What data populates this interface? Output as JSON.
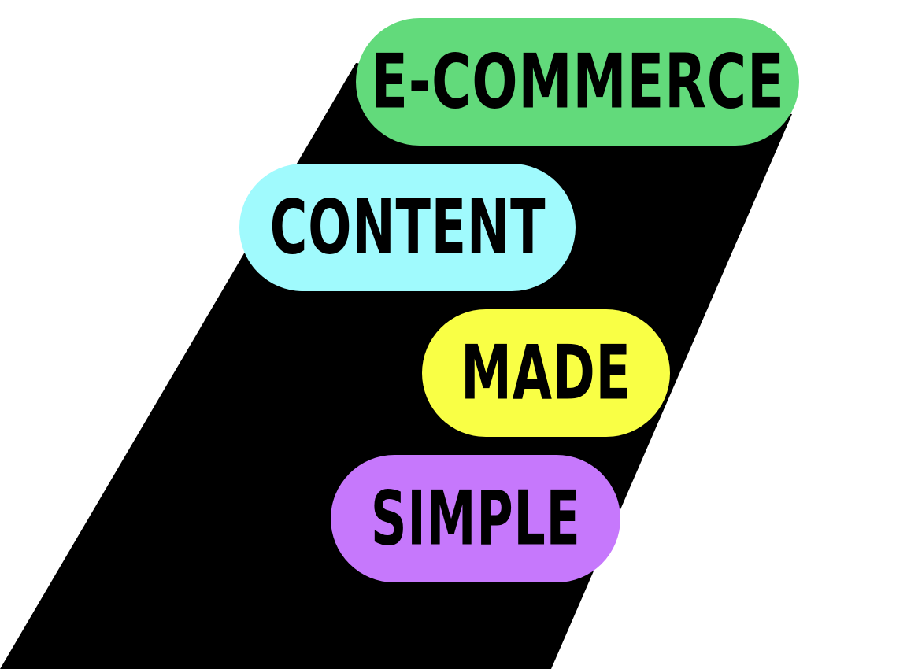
{
  "colors": {
    "background": "#ffffff",
    "band": "#000000",
    "text": "#000000"
  },
  "pills": {
    "ecommerce": {
      "label": "E-COMMERCE",
      "color": "#62da7b"
    },
    "content": {
      "label": "CONTENT",
      "color": "#a0fafd"
    },
    "made": {
      "label": "MADE",
      "color": "#f9ff45"
    },
    "simple": {
      "label": "SIMPLE",
      "color": "#c678fc"
    }
  }
}
